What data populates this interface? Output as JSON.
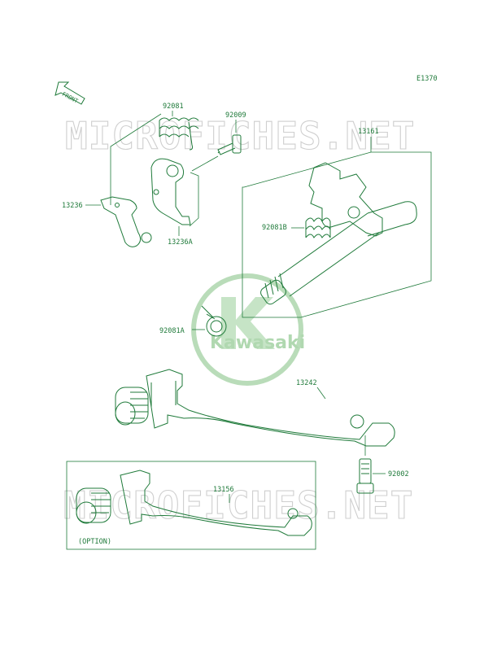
{
  "diagram": {
    "code": "E1370",
    "front_label": "FRONT",
    "option_label": "(OPTION)",
    "watermark": "MICROFICHES.NET",
    "logo_text": "Kawasaki",
    "parts": {
      "p92081": "92081",
      "p92009": "92009",
      "p13161": "13161",
      "p13236": "13236",
      "p13236A": "13236A",
      "p92081B": "92081B",
      "p92081A": "92081A",
      "p13242": "13242",
      "p92002": "92002",
      "p13156": "13156"
    },
    "colors": {
      "line": "#1f7a3a",
      "watermark": "#cfcfcf",
      "logo": "#b9dcb9"
    }
  }
}
